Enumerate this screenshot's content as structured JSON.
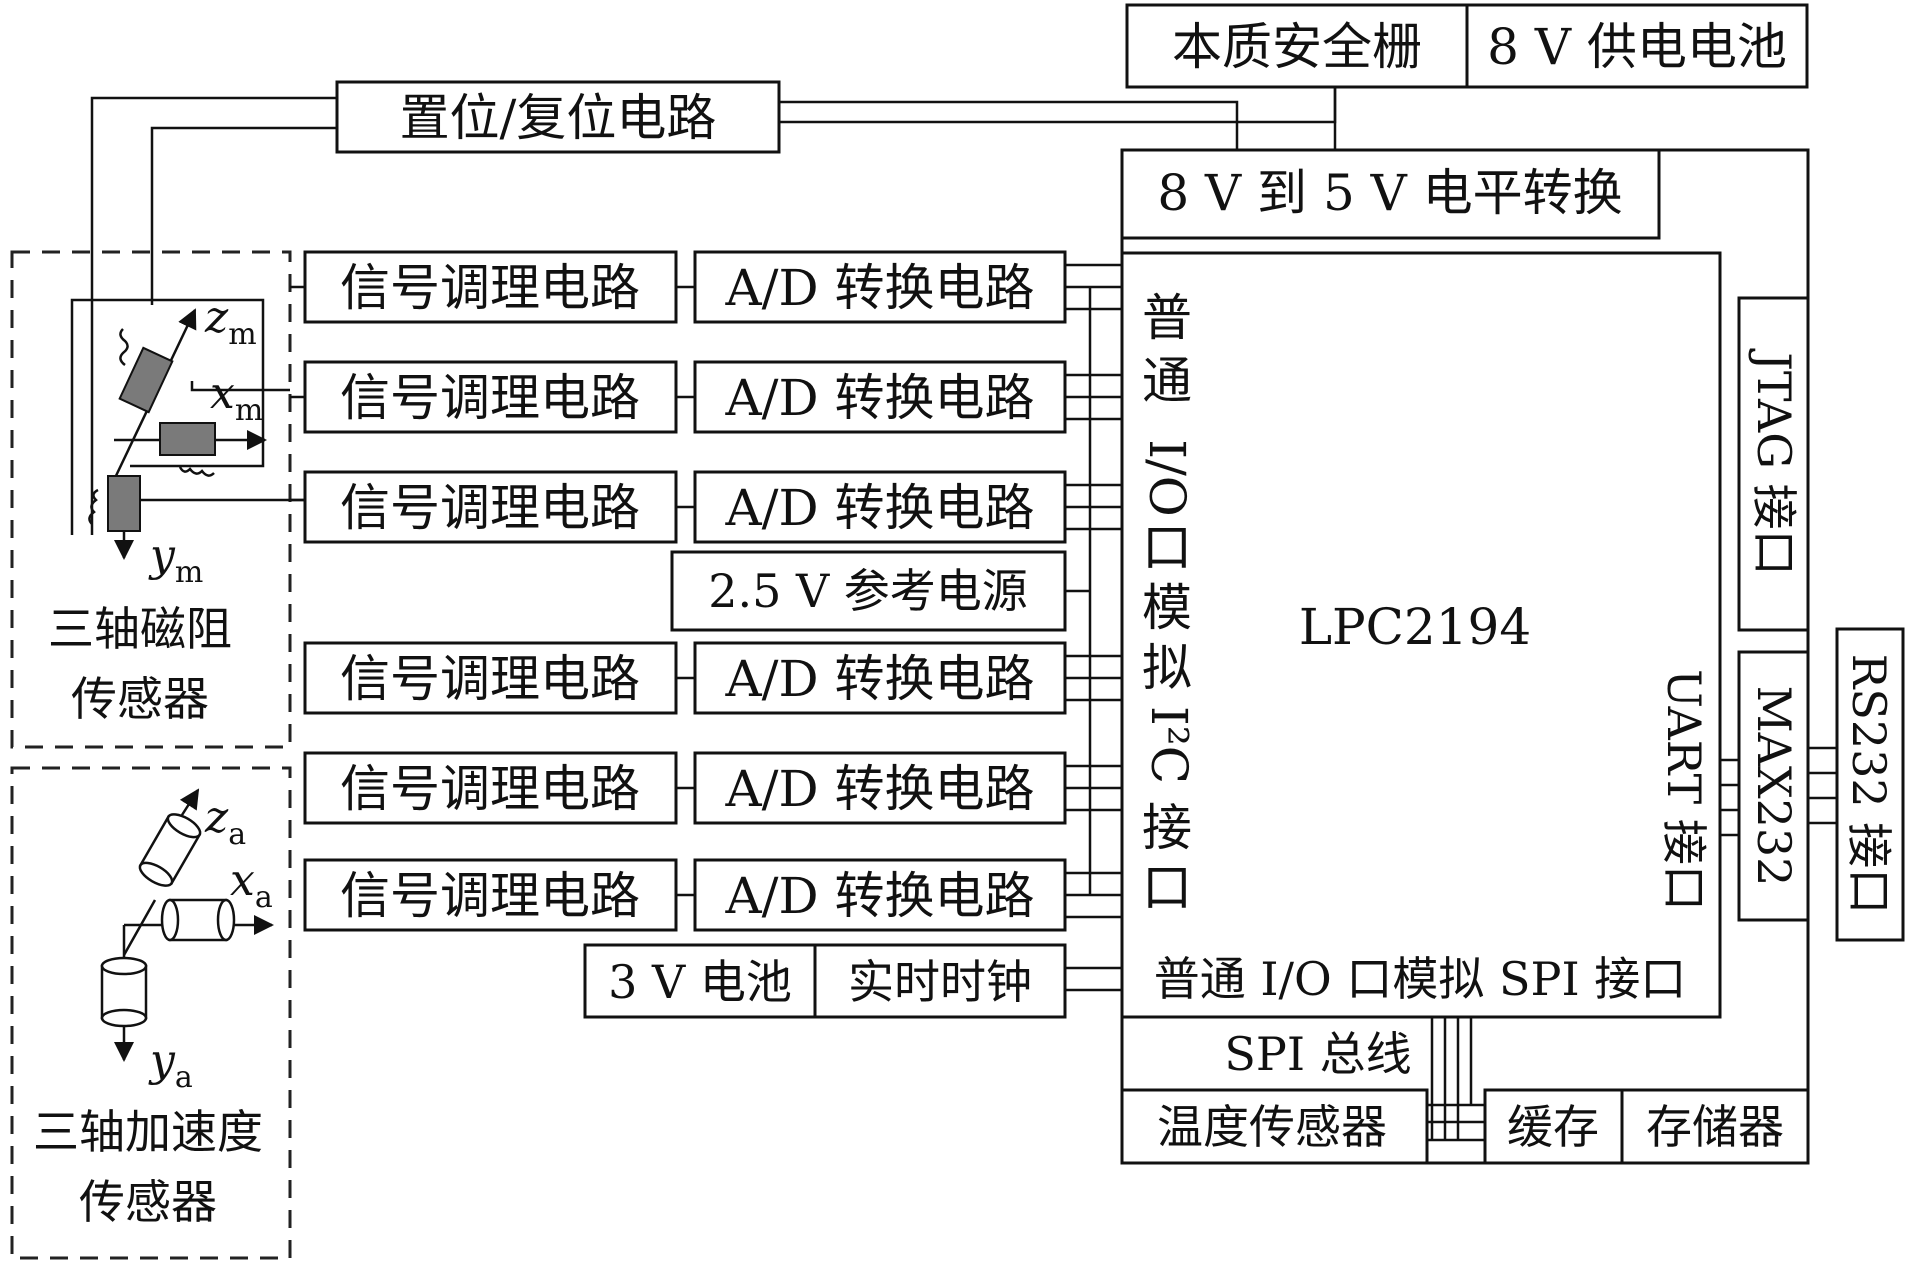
{
  "top": {
    "barrier": "本质安全栅",
    "battery": "8 V 供电电池",
    "set_reset": "置位/复位电路",
    "level_shift": "8 V 到 5 V 电平转换"
  },
  "channels": {
    "signal_label": "信号调理电路",
    "adc_label": "A/D 转换电路",
    "reference": "2.5 V 参考电源"
  },
  "mcu": {
    "name": "LPC2194",
    "gpio_i2c_chars": [
      "普",
      "通",
      "I/O",
      "口",
      "模",
      "拟",
      "I²C",
      "接",
      "口"
    ],
    "gpio_spi": "普通 I/O 口模拟 SPI 接口",
    "uart": "UART 接口",
    "jtag": "JTAG 接口",
    "max232": "MAX232",
    "rs232": "RS232 接口"
  },
  "clock": {
    "battery": "3 V 电池",
    "rtc": "实时时钟"
  },
  "spi_bus": {
    "label": "SPI 总线",
    "temp_sensor": "温度传感器",
    "cache": "缓存",
    "storage": "存储器"
  },
  "sensors": {
    "magnetic": {
      "label_line1": "三轴磁阻",
      "label_line2": "传感器",
      "axes": [
        {
          "letter": "z",
          "sub": "m"
        },
        {
          "letter": "x",
          "sub": "m"
        },
        {
          "letter": "y",
          "sub": "m"
        }
      ]
    },
    "accel": {
      "label_line1": "三轴加速度",
      "label_line2": "传感器",
      "axes": [
        {
          "letter": "z",
          "sub": "a"
        },
        {
          "letter": "x",
          "sub": "a"
        },
        {
          "letter": "y",
          "sub": "a"
        }
      ]
    }
  }
}
